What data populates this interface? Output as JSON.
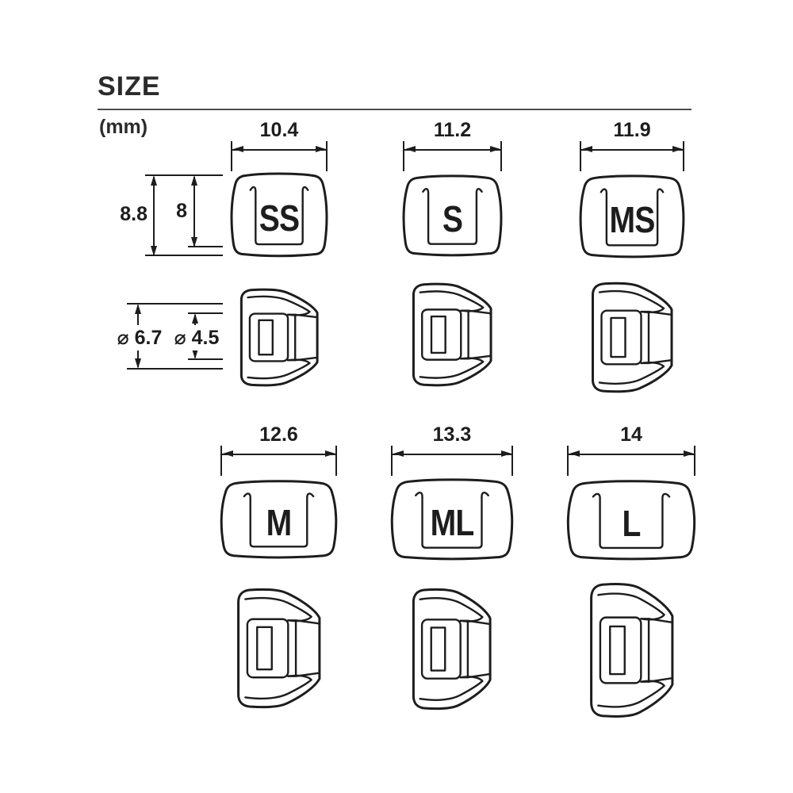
{
  "header": {
    "title": "SIZE",
    "unit": "(mm)"
  },
  "front_views": [
    {
      "label": "SS",
      "width_mm": "10.4"
    },
    {
      "label": "S",
      "width_mm": "11.2"
    },
    {
      "label": "MS",
      "width_mm": "11.9"
    },
    {
      "label": "M",
      "width_mm": "12.6"
    },
    {
      "label": "ML",
      "width_mm": "13.3"
    },
    {
      "label": "L",
      "width_mm": "14"
    }
  ],
  "height_dims": {
    "outer": "8.8",
    "inner": "8"
  },
  "diameter_dims": {
    "outer": "⌀ 6.7",
    "inner": "⌀ 4.5"
  },
  "colors": {
    "ink": "#1d1d1d",
    "rule": "#4d4d4d",
    "background": "#ffffff"
  }
}
